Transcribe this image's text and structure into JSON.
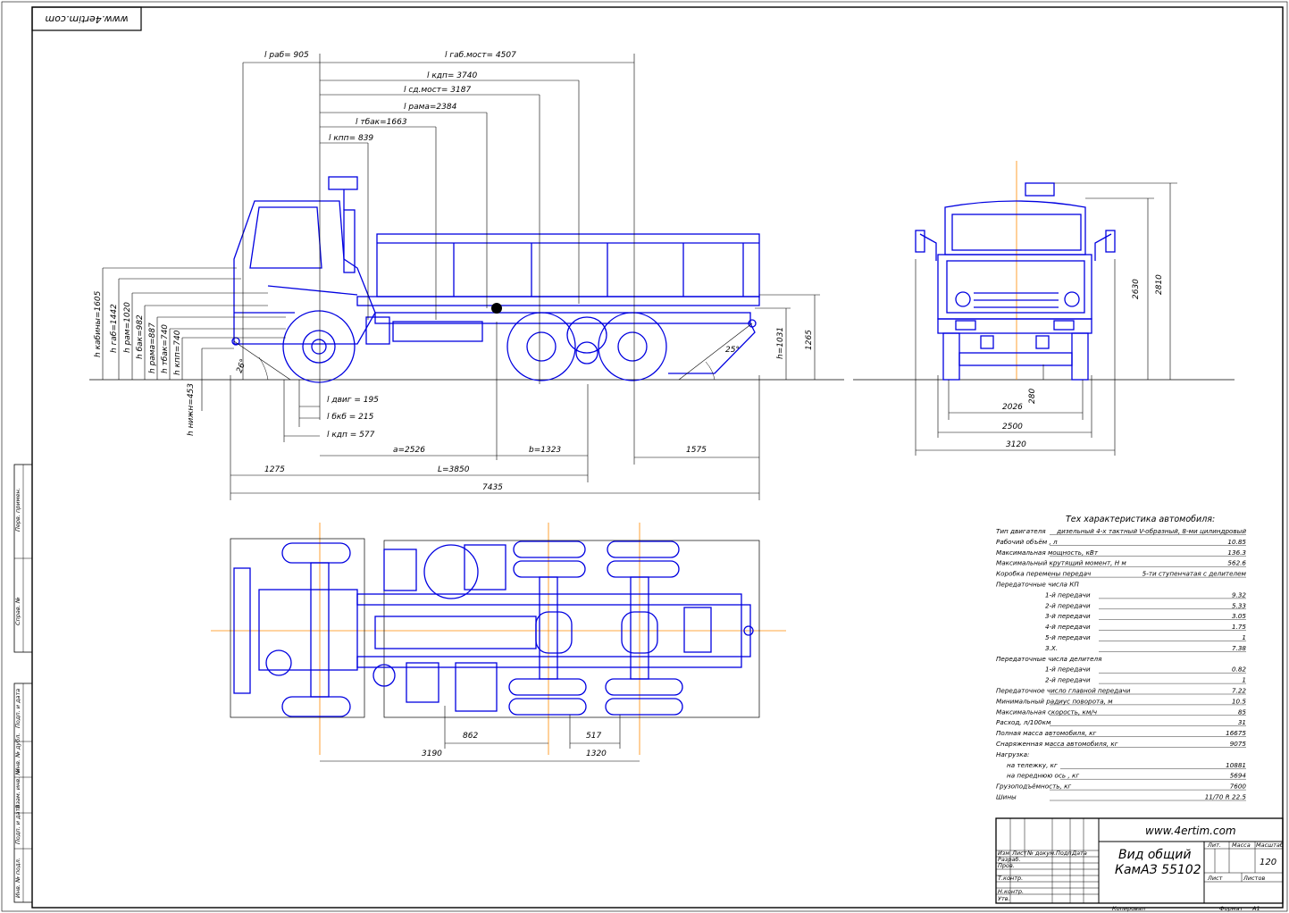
{
  "stamp_top": "www.4ertim.com",
  "side_view": {
    "top_dims": [
      "l раб= 905",
      "l габ.мост= 4507",
      "l кдп= 3740",
      "l сд.мост= 3187",
      "l рама=2384",
      "l тбак=1663",
      "l кпп= 839"
    ],
    "left_dims": [
      "h кабины=1605",
      "h габ=1442",
      "h рам=1020",
      "h бак=982",
      "h рама=887",
      "h тбак=740",
      "h кпп=740",
      "h нижн=453"
    ],
    "angle_front": "26°",
    "angle_rear": "25°",
    "right_dims": [
      "h=1031",
      "1265"
    ],
    "bottom_small_dims": [
      "l двиг = 195",
      "l бкб = 215",
      "l кдп = 577"
    ],
    "bottom_dims": [
      "a=2526",
      "b=1323",
      "1575",
      "1275",
      "L=3850",
      "7435"
    ]
  },
  "front_view": {
    "dims": [
      "2630",
      "2810",
      "280",
      "2026",
      "2500",
      "3120"
    ]
  },
  "top_view": {
    "dims": [
      "862",
      "3190",
      "517",
      "1320"
    ]
  },
  "specs": {
    "title": "Тех характеристика автомобиля:",
    "rows": [
      {
        "label": "Тип двигателя",
        "value": "дизельный 4-х тактный V-образный, 8-ми цилиндровый"
      },
      {
        "label": "Рабочий объём , л",
        "value": "10.85"
      },
      {
        "label": "Максимальная мощность, кВт",
        "value": "136.3"
      },
      {
        "label": "Максимальный крутящий момент, Н м",
        "value": "562.6"
      },
      {
        "label": "Коробка перемены передач",
        "value": "5-ти ступенчатая с делителем"
      },
      {
        "label": "Передаточные числа КП",
        "value": ""
      },
      {
        "label": "1-й передачи",
        "value": "9.32"
      },
      {
        "label": "2-й передачи",
        "value": "5.33"
      },
      {
        "label": "3-й передачи",
        "value": "3.05"
      },
      {
        "label": "4-й передачи",
        "value": "1.75"
      },
      {
        "label": "5-й передачи",
        "value": "1"
      },
      {
        "label": "З.Х.",
        "value": "7.38"
      },
      {
        "label": "Передаточные числа делителя",
        "value": ""
      },
      {
        "label": "1-й передачи",
        "value": "0.82"
      },
      {
        "label": "2-й передачи",
        "value": "1"
      },
      {
        "label": "Передаточное число главной передачи",
        "value": "7.22"
      },
      {
        "label": "Минимальный радиус поворота, м",
        "value": "10.5"
      },
      {
        "label": "Максимальная скорость, км/ч",
        "value": "85"
      },
      {
        "label": "Расход, л/100км",
        "value": "31"
      },
      {
        "label": "Полная масса автомобиля, кг",
        "value": "16675"
      },
      {
        "label": "Снаряженная масса автомобиля, кг",
        "value": "9075"
      },
      {
        "label": "Нагрузка:",
        "value": ""
      },
      {
        "label": "на тележку, кг",
        "value": "10881"
      },
      {
        "label": "на переднюю ось , кг",
        "value": "5694"
      },
      {
        "label": "Грузоподъёмность, кг",
        "value": "7600"
      },
      {
        "label": "Шины",
        "value": "11/70 R 22.5"
      }
    ]
  },
  "title_block": {
    "site": "www.4ertim.com",
    "name_line1": "Вид общий",
    "name_line2": "КамАЗ 55102",
    "col_lit": "Лит.",
    "col_mass": "Масса",
    "col_scale": "Масштаб",
    "mass_value": "120",
    "sheet": "Лист",
    "sheets": "Листов",
    "rows_left": [
      "Изм",
      "Лист",
      "№ докум.",
      "Подп.",
      "Дата",
      "Разраб.",
      "Пров.",
      "Т.контр.",
      "Н.контр.",
      "Утв."
    ],
    "copied": "Копировал",
    "format": "Формат",
    "format_value": "A1"
  },
  "left_strip": [
    "Перв. примен.",
    "Справ. №",
    "Подп. и дата",
    "Инв. № дубл.",
    "Взам. инв. №",
    "Подп. и дата",
    "Инв. № подл."
  ]
}
